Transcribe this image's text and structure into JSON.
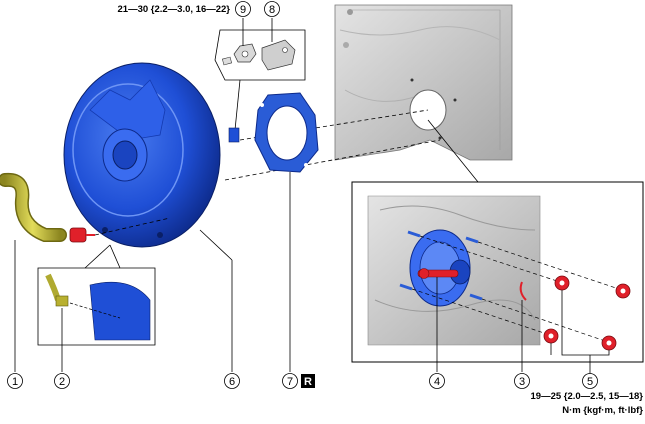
{
  "torque_top": "21—30 {2.2—3.0, 16—22}",
  "torque_bottom": "19—25 {2.0—2.5, 15—18}",
  "torque_unit": "N·m {kgf·m, ft·lbf}",
  "r_mark": "R",
  "callouts": {
    "c1": "1",
    "c2": "2",
    "c3": "3",
    "c4": "4",
    "c5": "5",
    "c6": "6",
    "c7": "7",
    "c8": "8",
    "c9": "9"
  },
  "colors": {
    "booster_blue": "#1f4fd6",
    "hose_yellow": "#c8c23a",
    "nut_red": "#e0202a",
    "gasket_blue": "#2a5cd6",
    "body_grey": "#c9c9c9"
  }
}
